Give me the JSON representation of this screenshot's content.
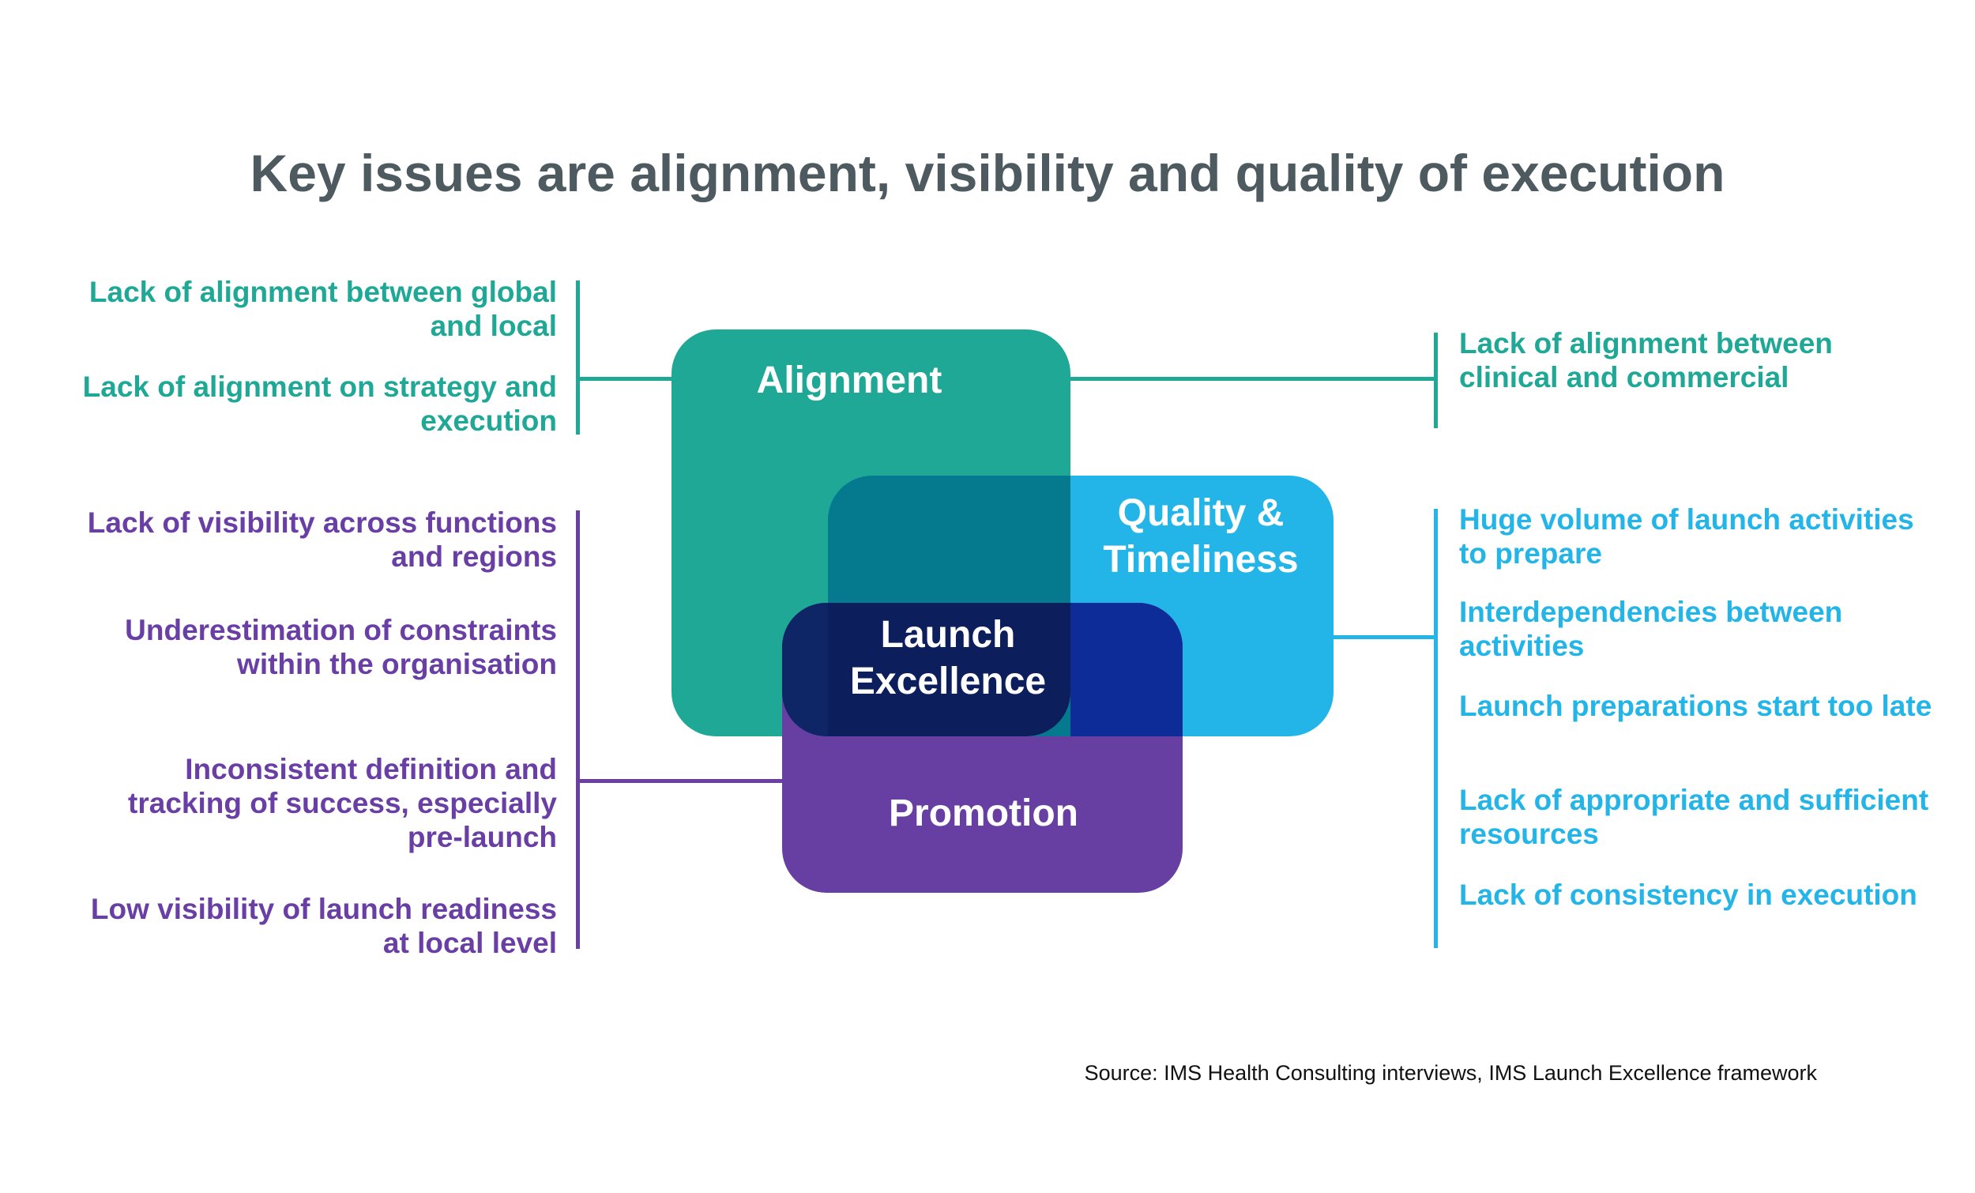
{
  "title": "Key issues are alignment, visibility and quality of execution",
  "colors": {
    "alignment": "#1fa896",
    "quality": "#23b5e8",
    "promotion": "#673fa3",
    "title": "#4d5a5f"
  },
  "boxes": {
    "alignment": "Alignment",
    "quality": "Quality &\nTimeliness",
    "promotion": "Promotion",
    "center": "Launch\nExcellence"
  },
  "alignment_issues_left": [
    "Lack of alignment between global and local",
    "Lack of alignment on strategy and execution"
  ],
  "alignment_issues_right": [
    "Lack of alignment between clinical and commercial"
  ],
  "promotion_issues": [
    "Lack of visibility across functions and regions",
    "Underestimation of constraints within the organisation",
    "Inconsistent definition and tracking of success, especially pre-launch",
    "Low visibility of launch readiness at local level"
  ],
  "quality_issues": [
    "Huge volume of launch activities to prepare",
    "Interdependencies between activities",
    "Launch preparations start too late",
    "Lack of appropriate and sufficient resources",
    "Lack of consistency in execution"
  ],
  "source": "Source: IMS Health Consulting interviews, IMS Launch Excellence framework"
}
